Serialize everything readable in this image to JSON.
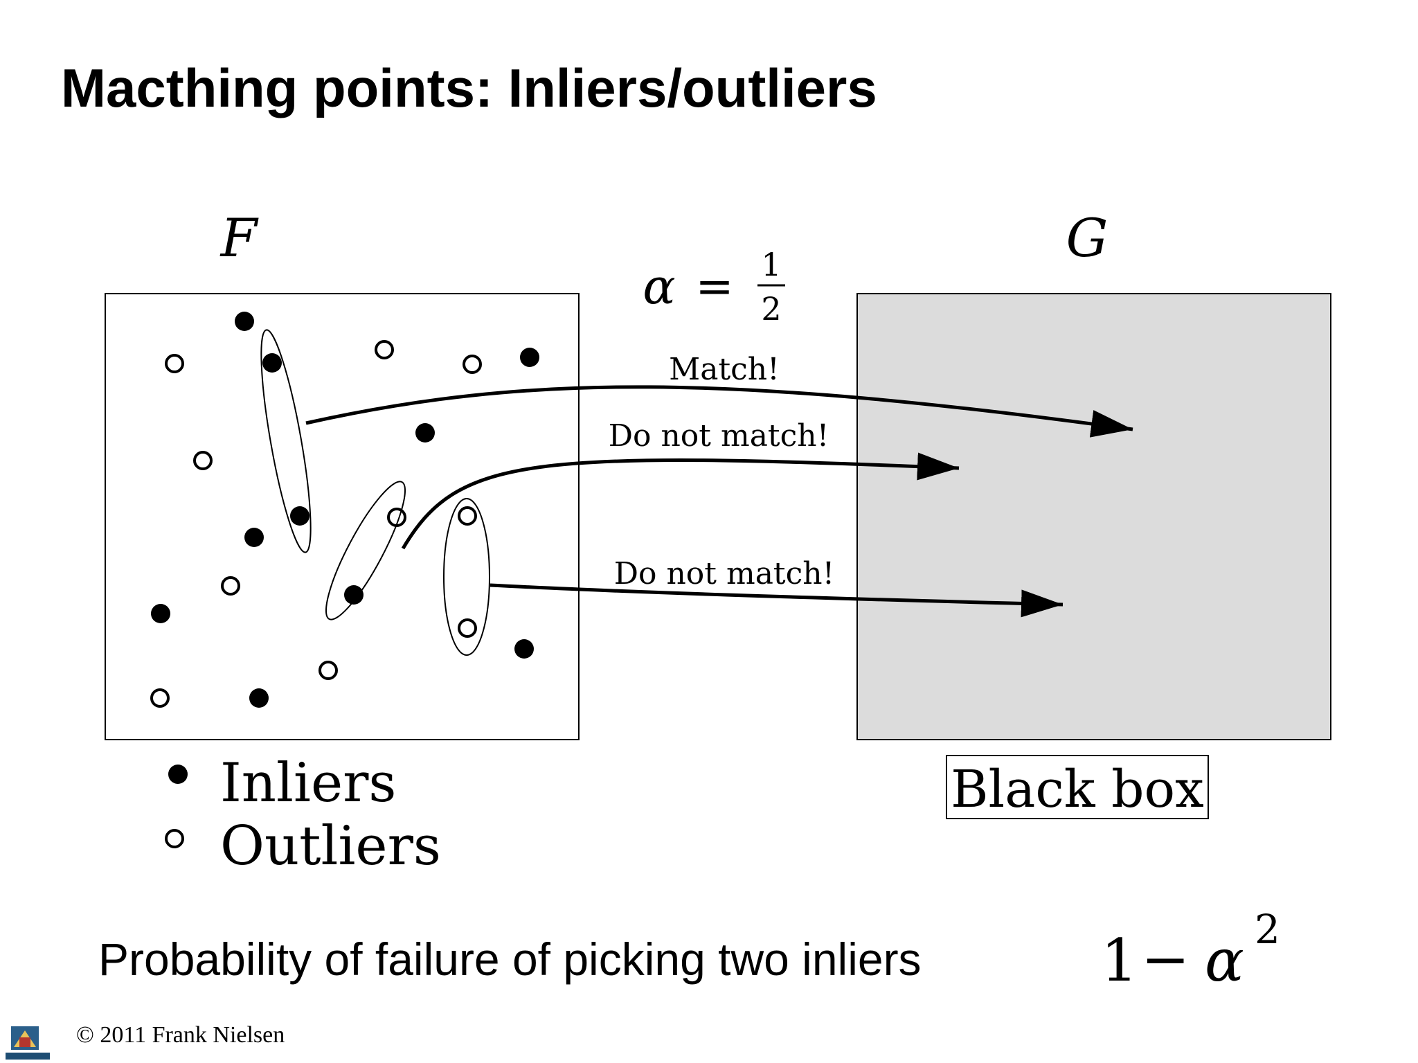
{
  "slide": {
    "title": "Macthing points: Inliers/outliers",
    "probability_text": "Probability of failure of picking two inliers",
    "footer": "© 2011 Frank Nielsen"
  },
  "diagram": {
    "left_set_symbol": "F",
    "right_set_symbol": "G",
    "alpha_symbol": "α",
    "alpha_equals": "=",
    "alpha_numerator": "1",
    "alpha_denominator": "2",
    "arrow_labels": [
      "Match!",
      "Do not match!",
      "Do not match!"
    ],
    "black_box_label": "Black box",
    "legend": {
      "inliers_label": "Inliers",
      "outliers_label": "Outliers"
    },
    "formula": {
      "one": "1",
      "minus": "−",
      "alpha": "α",
      "exponent": "2"
    },
    "colors": {
      "black_box_fill": "#dcdcdc",
      "stroke": "#000000",
      "background": "#ffffff"
    }
  }
}
